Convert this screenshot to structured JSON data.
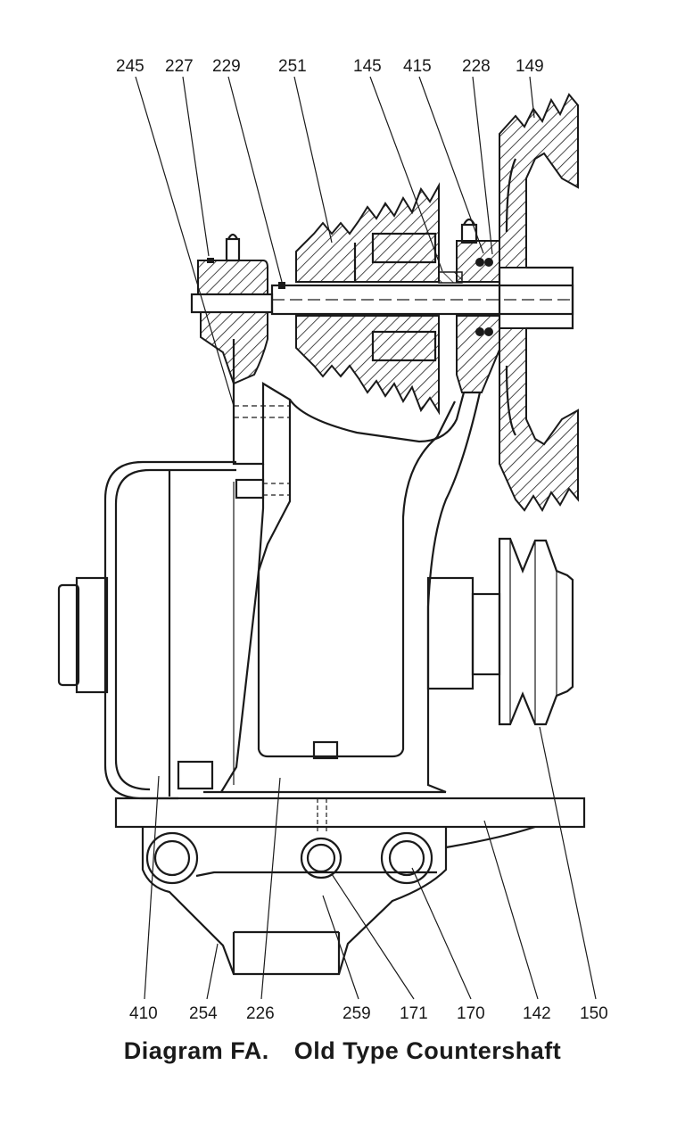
{
  "caption": {
    "prefix": "Diagram FA.",
    "title": "Old Type Countershaft"
  },
  "labels": {
    "top": [
      "245",
      "227",
      "229",
      "251",
      "145",
      "415",
      "228",
      "149"
    ],
    "bottom": [
      "410",
      "254",
      "226",
      "259",
      "171",
      "170",
      "142",
      "150"
    ]
  },
  "colors": {
    "ink": "#1a1a1a",
    "paper": "#ffffff"
  }
}
